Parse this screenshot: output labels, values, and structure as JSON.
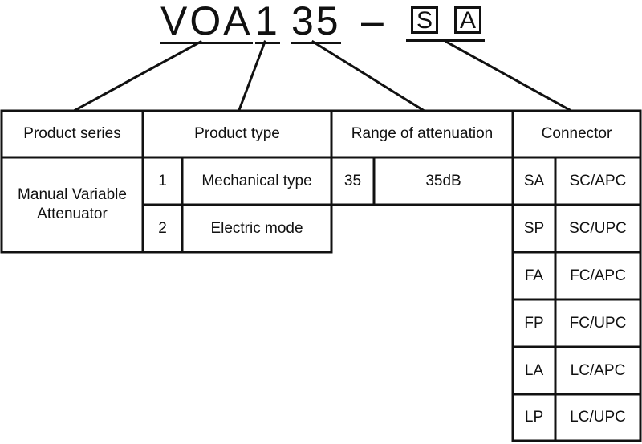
{
  "code": {
    "series": "VOA",
    "type": "1",
    "range": "35",
    "dash": "–",
    "connector_letters": [
      "S",
      "A"
    ]
  },
  "headers": {
    "series": "Product series",
    "type": "Product type",
    "range": "Range of attenuation",
    "connector": "Connector"
  },
  "series_value": [
    "Manual Variable",
    "Attenuator"
  ],
  "types": [
    {
      "code": "1",
      "label": "Mechanical type"
    },
    {
      "code": "2",
      "label": "Electric mode"
    }
  ],
  "range": {
    "code": "35",
    "label": "35dB"
  },
  "connectors": [
    {
      "code": "SA",
      "label": "SC/APC"
    },
    {
      "code": "SP",
      "label": "SC/UPC"
    },
    {
      "code": "FA",
      "label": "FC/APC"
    },
    {
      "code": "FP",
      "label": "FC/UPC"
    },
    {
      "code": "LA",
      "label": "LC/APC"
    },
    {
      "code": "LP",
      "label": "LC/UPC"
    }
  ]
}
